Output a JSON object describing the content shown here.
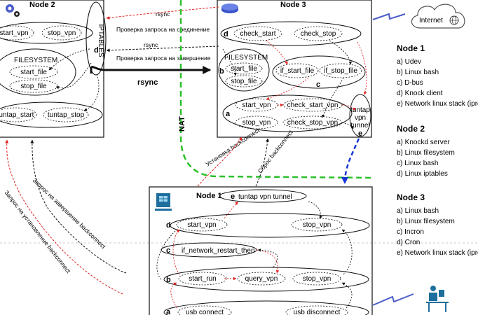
{
  "colors": {
    "red": "#e02020",
    "green": "#2bbf2b",
    "blue": "#1a35d6",
    "black": "#111111",
    "grey": "#777777",
    "icon_blue": "#4a5cc9",
    "icon_teal": "#1e6f9e"
  },
  "node2": {
    "title": "Node 2",
    "iptables": "IPTABLES",
    "letter_d": "d",
    "start_vpn": "start_vpn",
    "stop_vpn": "stop_vpn",
    "filesystem": "FILESYSTEM",
    "start_file": "start_file",
    "stop_file": "stop_file",
    "tuntap_start": "tuntap_start",
    "tuntap_stop": "tuntap_stop"
  },
  "node3": {
    "title": "Node 3",
    "letter_d": "d",
    "check_start": "check_start",
    "check_stop": "check_stop",
    "filesystem": "FILESYSTEM",
    "letter_b": "b",
    "start_file": "start_file",
    "stop_file": "stop_file",
    "if_start_file": "if_start_file",
    "if_stop_file": "if_stop_file",
    "letter_c": "c",
    "letter_a": "a",
    "start_vpn": "start_vpn",
    "check_start_vpn": "check_start_vpn",
    "stop_vpn": "stop_vpn",
    "check_stop_vpn": "check_stop_vpn",
    "tuntap_line1": "tuntap",
    "tuntap_line2": "vpn",
    "tuntap_line3": "tunnel",
    "letter_e": "e"
  },
  "node1": {
    "title": "Node 1",
    "tunnel_letter": "e",
    "tunnel_label": "tuntap vpn tunnel",
    "letter_d": "d",
    "start_vpn": "start_vpn",
    "stop_vpn_d": "stop_vpn",
    "letter_c": "c",
    "if_network_restart_then": "if_network_restart_then",
    "letter_b": "b",
    "start_run": "start_run",
    "query_vpn": "query_vpn",
    "stop_vpn_b": "stop_vpn",
    "letter_a": "a",
    "usb_connect": "usb connect",
    "usb_disconnect": "usb disconnect"
  },
  "links": {
    "rsync_top": "rsync",
    "check_session": "Проверка запроса на соединение",
    "rsync_mid": "rsync",
    "check_finish": "Проверка запроса на завершение",
    "rsync_main": "rsync",
    "nat": "NAT",
    "set_backconnect": "Установка backconnect",
    "reset_backconnect": "Сброс backconnect",
    "req_finish_backconnect": "Запрос на завершение backconnect",
    "req_set_backconnect": "Запрос на установление backconnect"
  },
  "internet": {
    "label": "Internet"
  },
  "legend": [
    {
      "title": "Node 1",
      "items": [
        "a) Udev",
        "b) Linux bash",
        "c) D-bus",
        "d) Knock client",
        "e) Network linux stack (ipro"
      ]
    },
    {
      "title": "Node 2",
      "items": [
        "a) Knockd server",
        "b) Linux filesystem",
        "c) Linux bash",
        "d) Linux iptables"
      ]
    },
    {
      "title": "Node 3",
      "items": [
        "a) Linux bash",
        "b) Linux filesystem",
        "c) Incron",
        "d) Cron",
        "e) Network linux stack (ipro"
      ]
    }
  ]
}
